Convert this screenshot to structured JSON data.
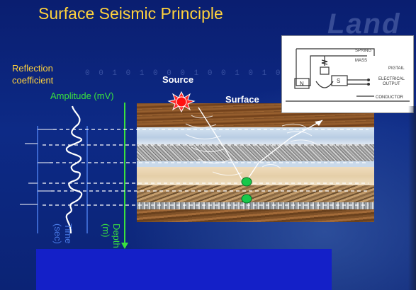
{
  "slide": {
    "title": "Surface Seismic Principle",
    "watermark": "Land",
    "background_color": "#0b1f6e",
    "binary_overlay": "0 0 1 0 1 0 0 0 1 0 0 1 0 1 0 1"
  },
  "labels": {
    "reflection_coefficient": "Reflection\ncoefficient",
    "amplitude": "Amplitude (mV)",
    "source": "Source",
    "surface": "Surface",
    "time_axis": "Time\n(sec)",
    "depth_axis": "Depth\n(m)"
  },
  "colors": {
    "title": "#ffd23c",
    "amplitude_label": "#39e03e",
    "source_star": "#ff2a2a",
    "geophone": "#18c84a",
    "caption_box": "#1420c8"
  },
  "inset": {
    "spring": "SPRING",
    "mass": "MASS",
    "pigtail": "PIGTAIL",
    "electrical_output_line1": "ELECTRICAL",
    "electrical_output_line2": "OUTPUT",
    "conductor": "CONDUCTOR",
    "north_pole": "N",
    "south_pole": "S"
  },
  "caption": {
    "text": ""
  }
}
